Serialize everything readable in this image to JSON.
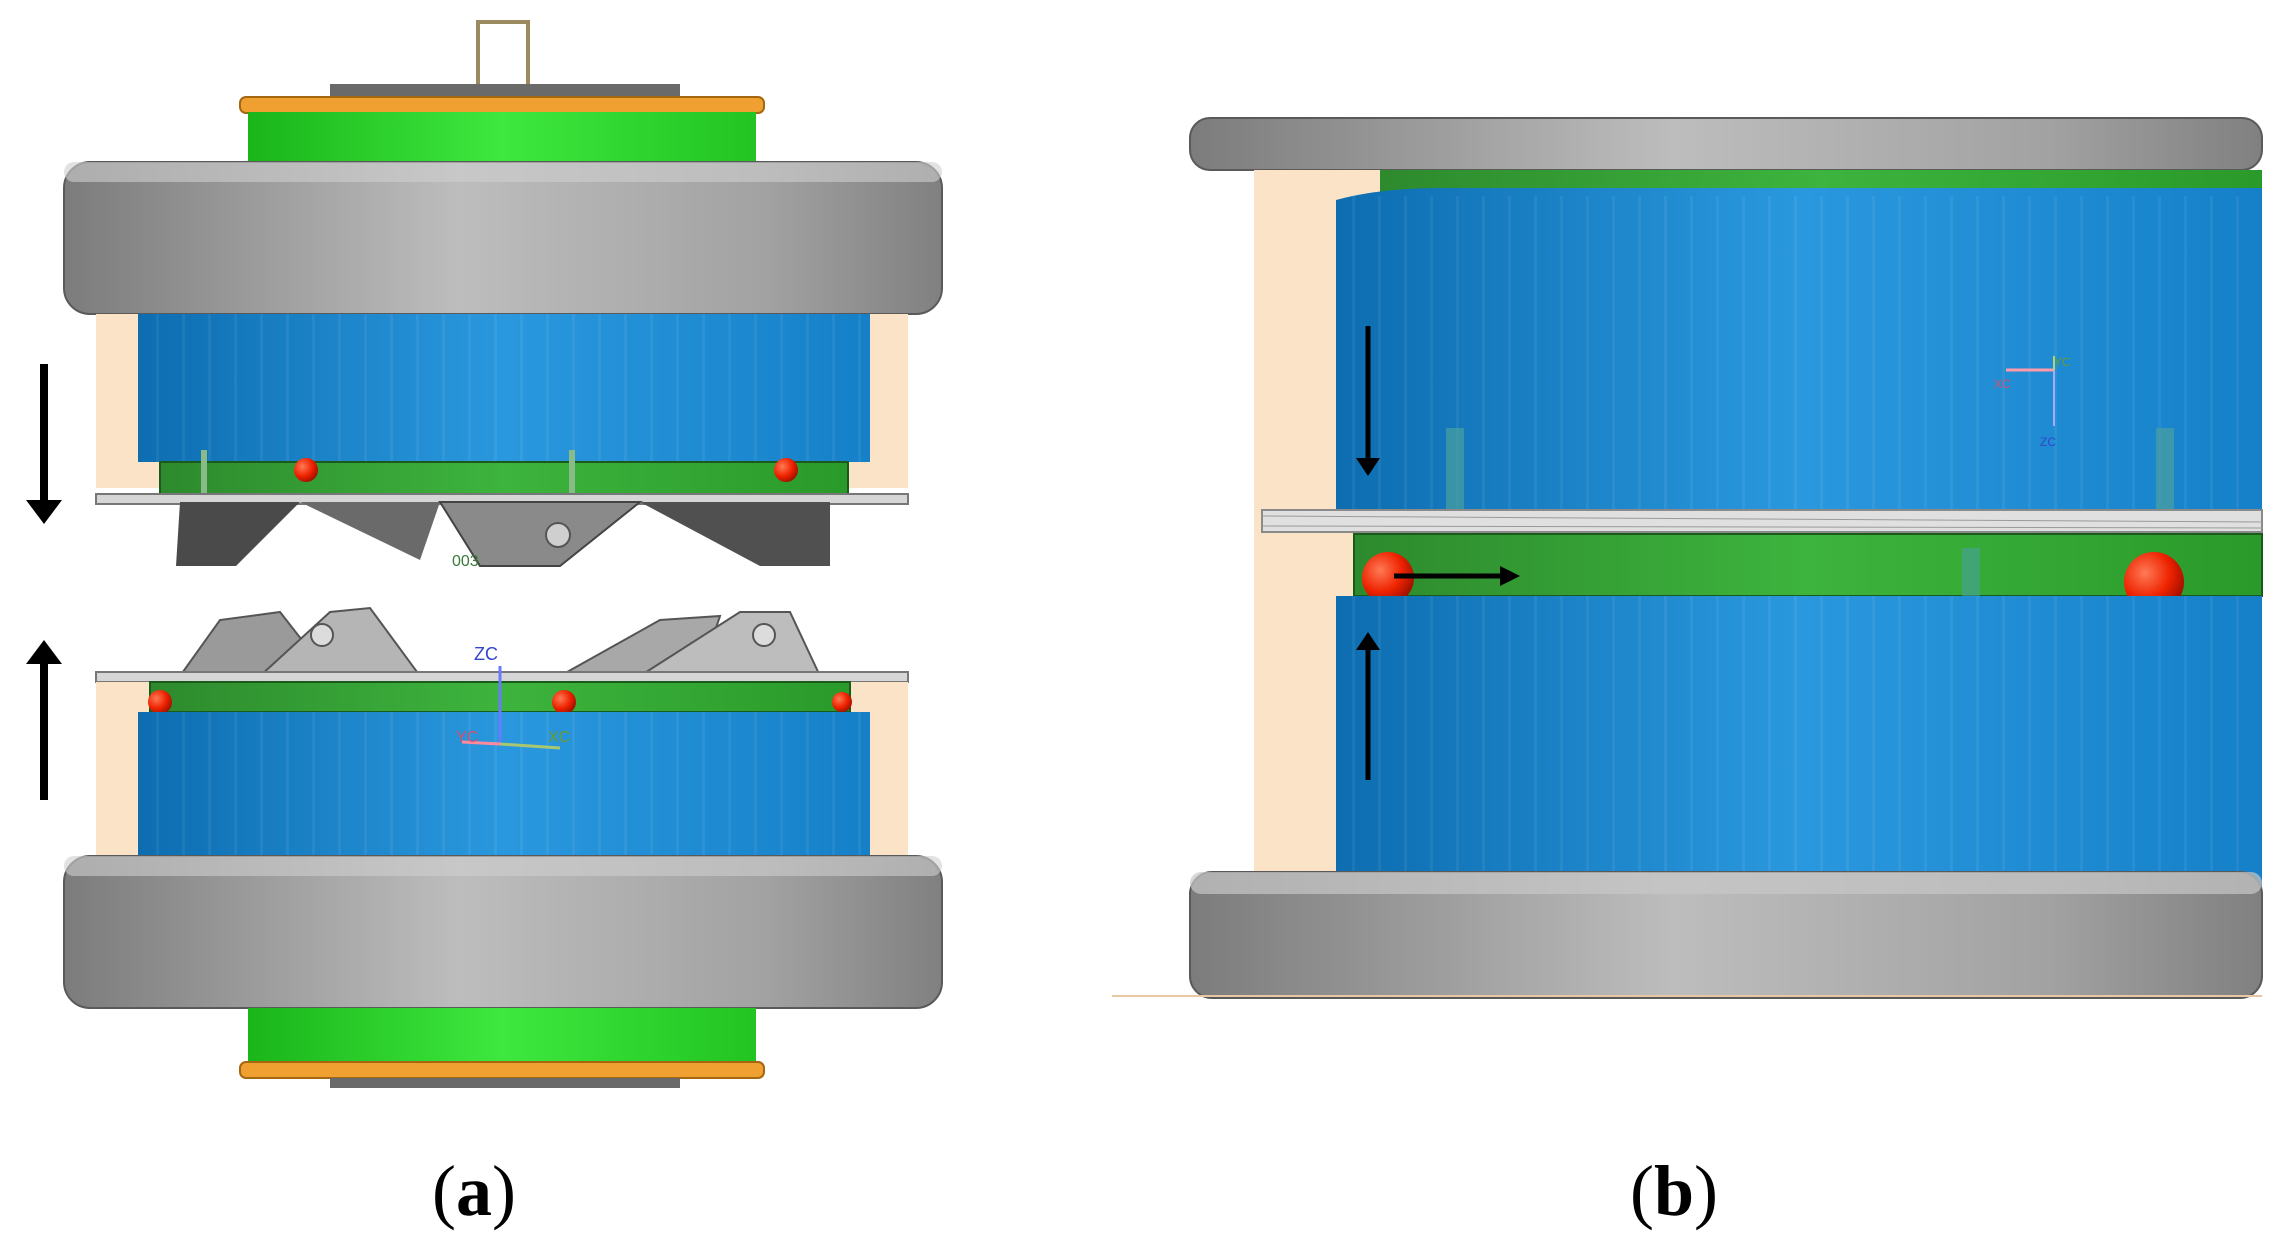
{
  "panels": {
    "a": {
      "caption_open": "(",
      "caption_letter": "a",
      "caption_close": ")",
      "axis_labels": {
        "zc": "ZC",
        "xc": "XC",
        "yc": "YC"
      },
      "part_label": "003",
      "arrows": {
        "upper": "down",
        "lower": "up"
      }
    },
    "b": {
      "caption_open": "(",
      "caption_letter": "b",
      "caption_close": ")",
      "axis_labels": {
        "xc": "XC",
        "yc": "YC",
        "zc": "ZC"
      },
      "arrows": {
        "upper": "down",
        "lower": "up",
        "middle": "right"
      }
    }
  },
  "colors": {
    "blue_body": "#1e90d8",
    "blue_dark": "#0f6fb0",
    "green_band": "#22cc22",
    "green_dark": "#118811",
    "gray_ring": "#a8a8a8",
    "gray_dark": "#6e6e6e",
    "orange_rim": "#f0a030",
    "red_ball": "#ee2200",
    "peach_shadow": "#fbe3c8",
    "arrow": "#000000"
  }
}
